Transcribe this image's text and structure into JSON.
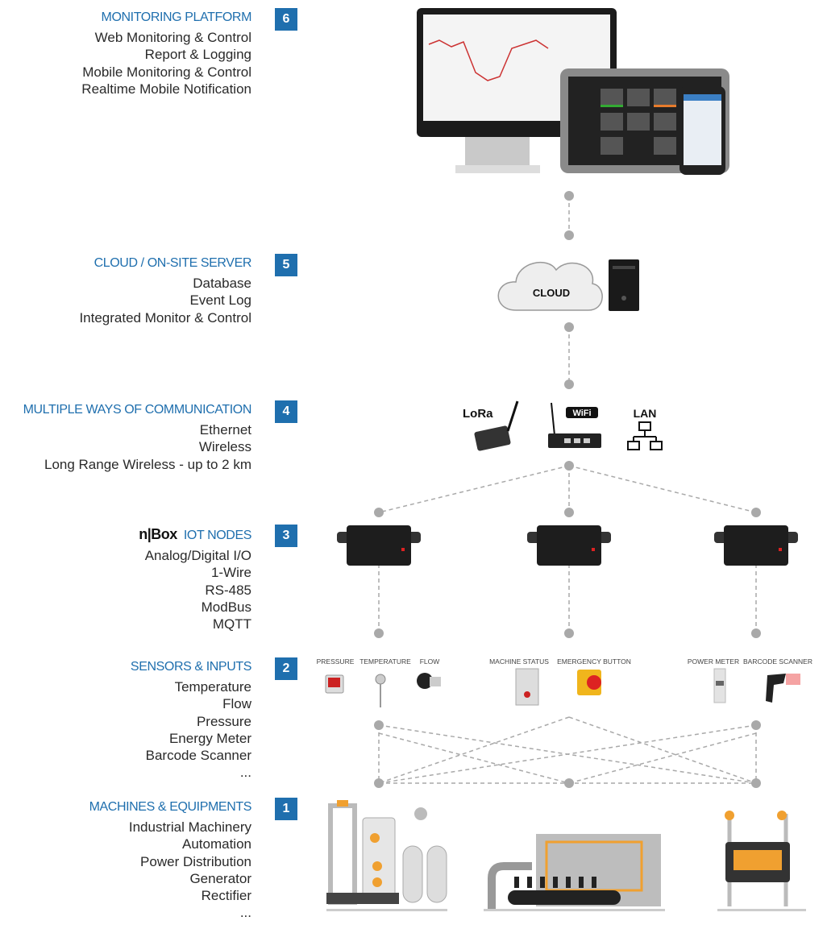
{
  "sections": [
    {
      "number": "6",
      "title": "MONITORING PLATFORM",
      "items": [
        "Web Monitoring & Control",
        "Report & Logging",
        "Mobile Monitoring & Control",
        "Realtime Mobile Notification"
      ]
    },
    {
      "number": "5",
      "title": "CLOUD / ON-SITE SERVER",
      "items": [
        "Database",
        "Event Log",
        "Integrated Monitor & Control"
      ]
    },
    {
      "number": "4",
      "title": "MULTIPLE WAYS OF COMMUNICATION",
      "items": [
        "Ethernet",
        "Wireless",
        "Long Range Wireless - up to 2 km"
      ]
    },
    {
      "number": "3",
      "logo": "n|Box",
      "title": "IOT NODES",
      "items": [
        "Analog/Digital I/O",
        "1-Wire",
        "RS-485",
        "ModBus",
        "MQTT"
      ]
    },
    {
      "number": "2",
      "title": "SENSORS & INPUTS",
      "items": [
        "Temperature",
        "Flow",
        "Pressure",
        "Energy Meter",
        "Barcode Scanner",
        "..."
      ]
    },
    {
      "number": "1",
      "title": "MACHINES & EQUIPMENTS",
      "items": [
        "Industrial Machinery",
        "Automation",
        "Power Distribution",
        "Generator",
        "Rectifier",
        "..."
      ]
    }
  ],
  "graphics": {
    "cloud_label": "CLOUD",
    "comm": {
      "lora": "LoRa",
      "wifi": "WiFi",
      "lan": "LAN"
    },
    "sensors": [
      "PRESSURE",
      "TEMPERATURE",
      "FLOW",
      "MACHINE STATUS",
      "EMERGENCY BUTTON",
      "POWER METER",
      "BARCODE SCANNER"
    ]
  },
  "colors": {
    "accent": "#1f6fae",
    "connector": "#a9a9a9"
  }
}
